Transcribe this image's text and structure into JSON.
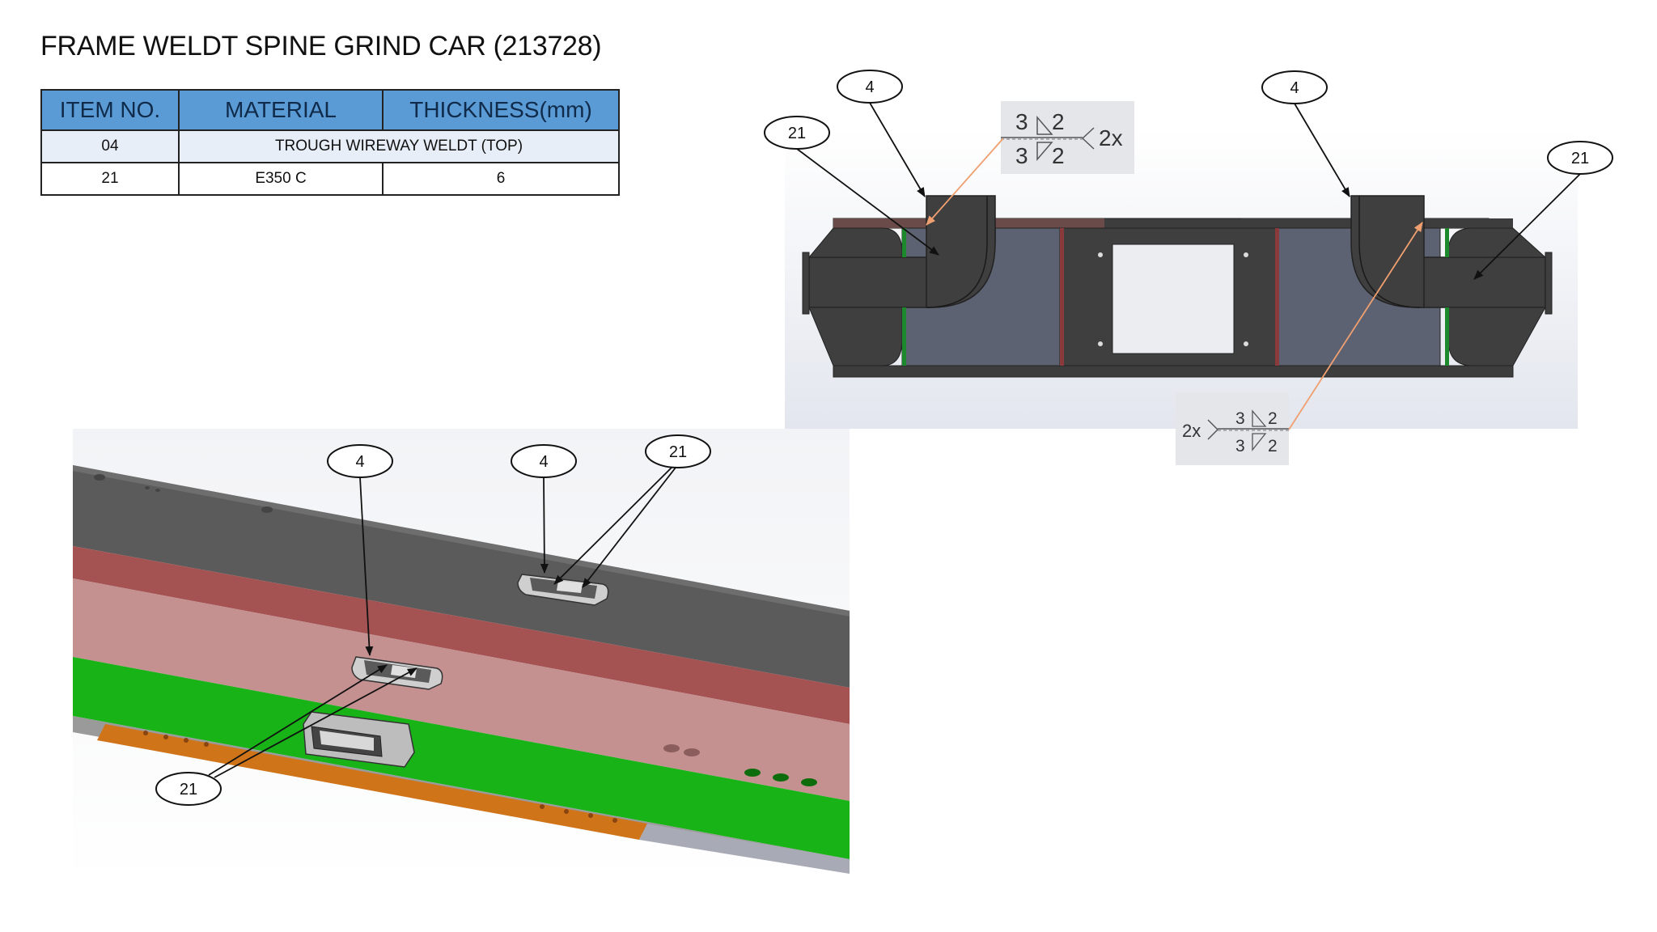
{
  "title": "FRAME WELDT SPINE GRIND CAR (213728)",
  "table": {
    "headers": [
      "ITEM NO.",
      "MATERIAL",
      "THICKNESS(mm)"
    ],
    "rows": [
      {
        "item": "04",
        "description": "TROUGH WIREWAY WELDT (TOP)"
      },
      {
        "item": "21",
        "material": "E350 C",
        "thickness": "6"
      }
    ]
  },
  "balloons": {
    "top_left_4": "4",
    "top_left_21": "21",
    "top_right_4": "4",
    "top_right_21": "21",
    "iso_4_a": "4",
    "iso_4_b": "4",
    "iso_21_top": "21",
    "iso_21_bottom": "21"
  },
  "weld_symbols": {
    "top": {
      "upper_left": "3",
      "upper_right": "2",
      "lower_left": "3",
      "lower_right": "2",
      "count": "2x"
    },
    "bottom": {
      "upper_left": "3",
      "upper_right": "2",
      "lower_left": "3",
      "lower_right": "2",
      "count": "2x"
    }
  },
  "colors": {
    "header_blue": "#5b9bd5",
    "steel_dark": "#4a4a4a",
    "plate_gray": "#5d6272",
    "red_plate": "#b05555",
    "pink_plate": "#c49090",
    "green_plate": "#13b313",
    "orange_bar": "#d0741a",
    "leader_orange": "#f0a070"
  }
}
